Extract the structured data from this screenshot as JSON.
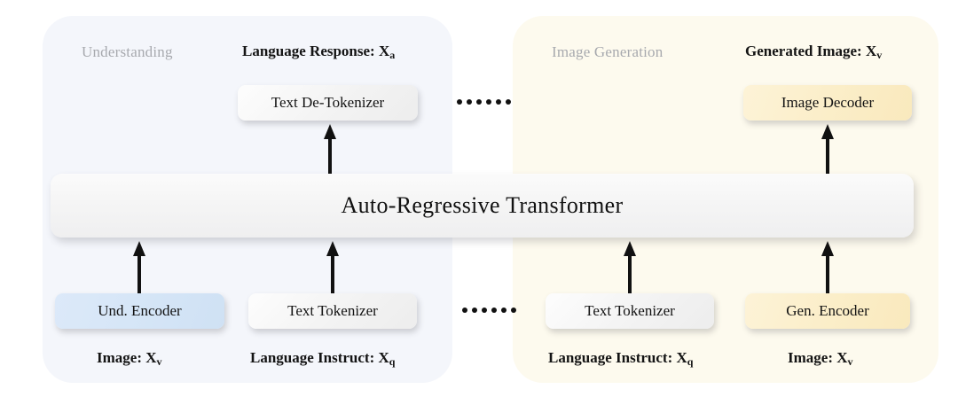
{
  "figure": {
    "title_left": "Understanding",
    "title_right": "Image Generation",
    "core_module": "Auto-Regressive Transformer"
  },
  "panels": {
    "understanding": {
      "label": "Understanding",
      "color": "#f4f6fb",
      "top_caption": "Language Response: X",
      "top_caption_sub": "a",
      "top_module": "Text De-Tokenizer",
      "bottom_modules": [
        {
          "label": "Und. Encoder",
          "color": "#d6e6f7",
          "caption": "Image: X",
          "caption_sub": "v"
        },
        {
          "label": "Text Tokenizer",
          "color": "#f3f3f3",
          "caption": "Language Instruct: X",
          "caption_sub": "q"
        }
      ]
    },
    "generation": {
      "label": "Image Generation",
      "color": "#fdfaee",
      "top_caption": "Generated Image: X",
      "top_caption_sub": "v",
      "top_module": "Image Decoder",
      "bottom_modules": [
        {
          "label": "Text Tokenizer",
          "color": "#f3f3f3",
          "caption": "Language Instruct: X",
          "caption_sub": "q"
        },
        {
          "label": "Gen. Encoder",
          "color": "#fbeec9",
          "caption": "Image: X",
          "caption_sub": "v"
        }
      ]
    }
  },
  "ellipsis": {
    "top": "......",
    "bottom": "......",
    "dot_count": 6
  },
  "colors": {
    "panel_understanding": "#f4f6fb",
    "panel_generation": "#fdfaee",
    "box_grey": "#f3f3f3",
    "box_blue": "#d6e6f7",
    "box_yellow": "#fbeec9",
    "arrow": "#111111",
    "title_muted": "#a7a9ae",
    "text": "#131313"
  }
}
